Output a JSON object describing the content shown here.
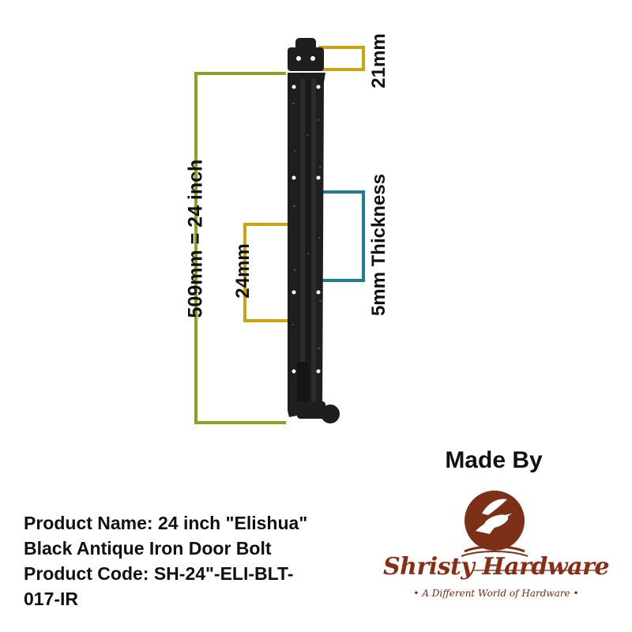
{
  "dimensions": {
    "height_label": "509mm = 24 inch",
    "top_label": "21mm",
    "width_label": "24mm",
    "thickness_label": "5mm Thickness"
  },
  "maker": {
    "heading": "Made By",
    "brand_name": "Shristy Hardware",
    "tagline": "• A Different World of Hardware •"
  },
  "product": {
    "line1": "Product Name: 24 inch \"Elishua\"",
    "line2": "Black Antique Iron Door Bolt",
    "line3": "Product Code: SH-24\"-ELI-BLT-",
    "line4": "017-IR"
  },
  "colors": {
    "height_bracket": "#8ea21f",
    "small_bracket": "#c9a416",
    "thickness_bracket": "#1f7f8c",
    "bolt": "#1e1e1e",
    "brand": "#8b2d14"
  }
}
